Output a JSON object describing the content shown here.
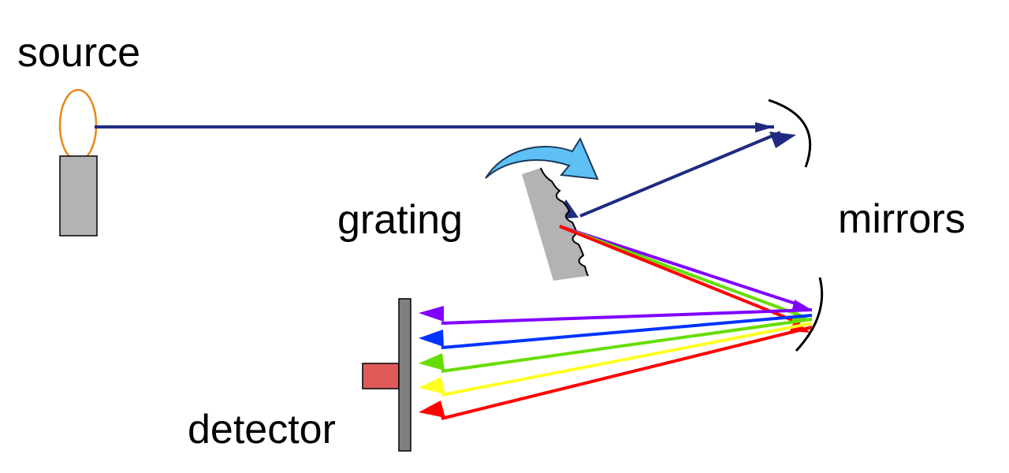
{
  "labels": {
    "source": "source",
    "grating": "grating",
    "mirrors": "mirrors",
    "detector": "detector"
  },
  "colors": {
    "incident_beam": "#1f2a80",
    "source_filament": "#e8861a",
    "source_body": "#b3b3b3",
    "grating": "#b3b3b3",
    "rotation_arrow": "#5ec0f5",
    "detector_bar": "#808080",
    "detector_element": "#e05a5a",
    "spectrum": [
      "#8000ff",
      "#0033ff",
      "#66dd00",
      "#ffff22",
      "#ff0000"
    ]
  },
  "icons": {
    "source": "light-bulb-icon",
    "grating": "diffraction-grating-icon",
    "rotation": "curved-arrow-icon",
    "mirror": "concave-mirror-icon",
    "detector": "detector-icon"
  }
}
